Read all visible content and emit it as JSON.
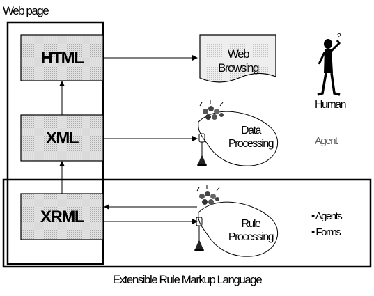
{
  "diagram": {
    "webpage_label": "Web page",
    "layers": {
      "html": "HTML",
      "xml": "XML",
      "xrml": "XRML"
    },
    "processes": {
      "web": {
        "line1": "Web",
        "line2": "Browsing"
      },
      "data": {
        "line1": "Data",
        "line2": "Processing"
      },
      "rule": {
        "line1": "Rule",
        "line2": "Processing"
      }
    },
    "users": {
      "human": "Human",
      "agent": "Agent"
    },
    "xrml_users": [
      "• Agents",
      "• Forms"
    ],
    "caption": "Extensible Rule Markup Language"
  }
}
